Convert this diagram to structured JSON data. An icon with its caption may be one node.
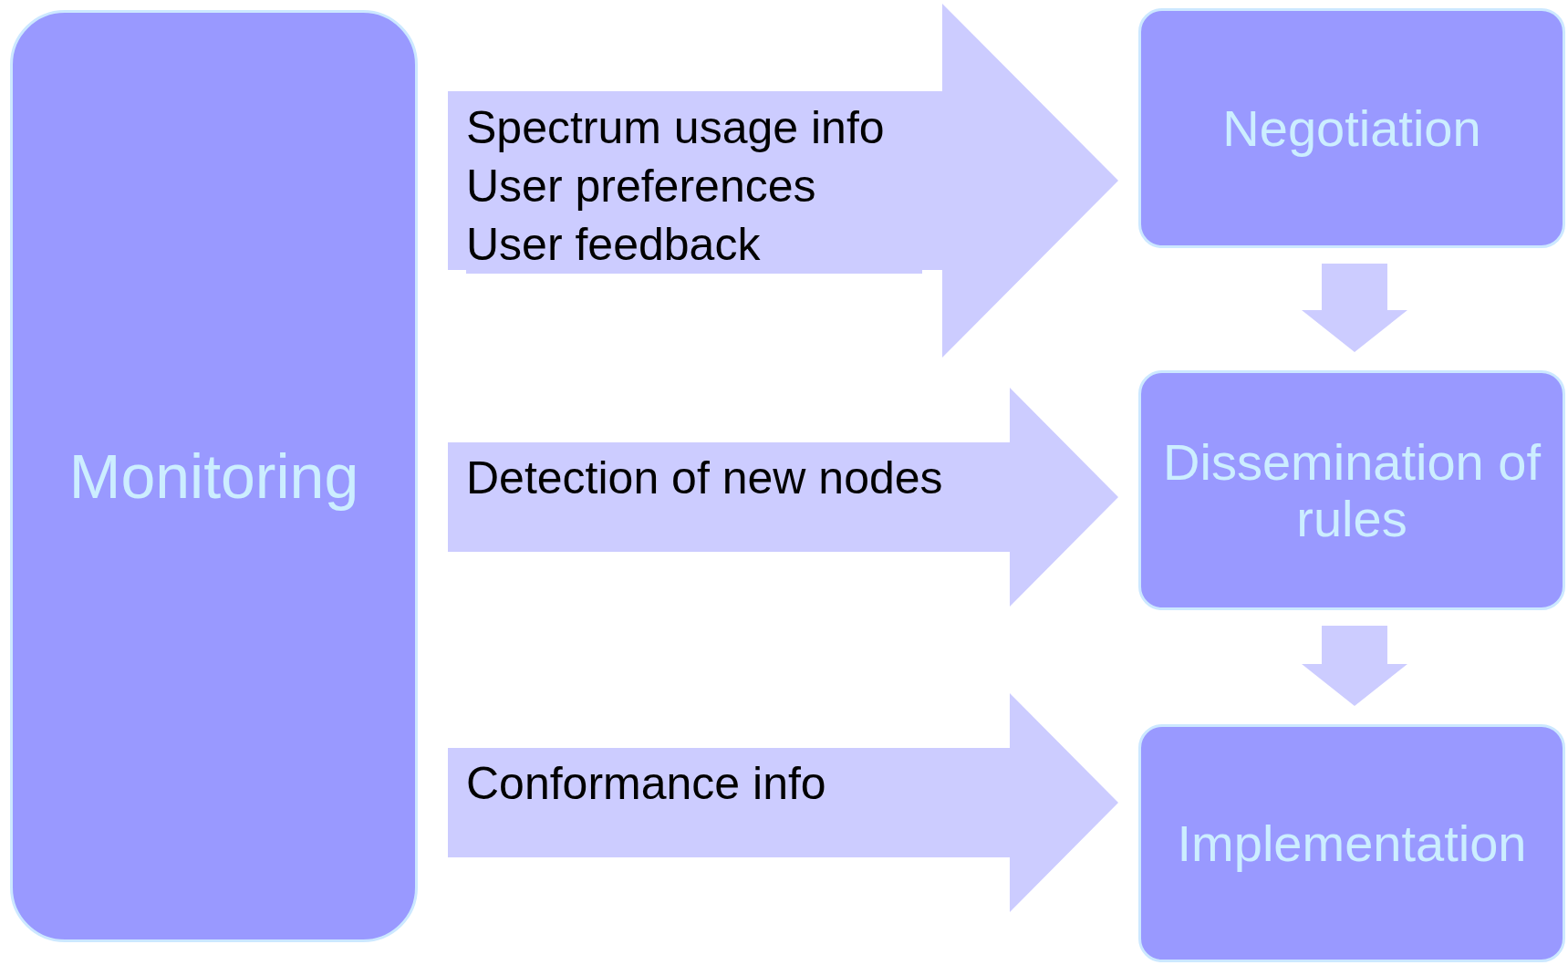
{
  "diagram": {
    "nodes": [
      {
        "text": [
          "Monitoring"
        ]
      },
      {
        "text": [
          "Negotiation"
        ]
      },
      {
        "text": [
          "Dissemination of rules"
        ]
      },
      {
        "text": [
          "Implementation"
        ]
      }
    ],
    "edges": [
      {
        "from": 0,
        "to": 1,
        "arrow": "to",
        "label": "Spectrum usage info User preferences User feedback"
      },
      {
        "from": 0,
        "to": 2,
        "arrow": "to",
        "label": "Detection of new nodes"
      },
      {
        "from": 0,
        "to": 3,
        "arrow": "to",
        "label": "Conformance info"
      },
      {
        "from": 1,
        "to": 2,
        "arrow": "to"
      },
      {
        "from": 2,
        "to": 3,
        "arrow": "to"
      }
    ]
  }
}
